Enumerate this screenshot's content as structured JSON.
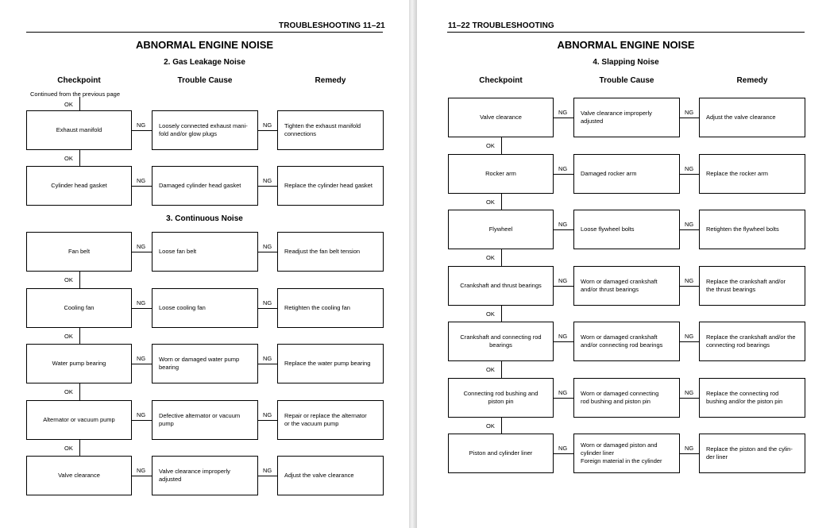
{
  "left_page": {
    "header": "TROUBLESHOOTING  11–21",
    "title": "ABNORMAL ENGINE NOISE",
    "section_a": "2.   Gas Leakage Noise",
    "section_b": "3.   Continuous Noise",
    "columns": {
      "checkpoint": "Checkpoint",
      "cause": "Trouble Cause",
      "remedy": "Remedy"
    },
    "continued": "Continued from the previous page",
    "rows": [
      {
        "checkpoint": "Exhaust manifold",
        "cause": "Loosely connected exhaust mani-\nfold and/or glow plugs",
        "remedy": "Tighten the exhaust manifold\nconnections"
      },
      {
        "checkpoint": "Cylinder head gasket",
        "cause": "Damaged cylinder head gasket",
        "remedy": "Replace the cylinder head gasket"
      },
      {
        "checkpoint": "Fan belt",
        "cause": "Loose fan belt",
        "remedy": "Readjust the fan belt tension"
      },
      {
        "checkpoint": "Cooling fan",
        "cause": "Loose cooling fan",
        "remedy": "Retighten the cooling fan"
      },
      {
        "checkpoint": "Water pump bearing",
        "cause": "Worn or damaged water pump\nbearing",
        "remedy": "Replace the water pump bearing"
      },
      {
        "checkpoint": "Alternator or vacuum pump",
        "cause": "Defective alternator or vacuum\npump",
        "remedy": "Repair or replace the alternator\nor the vacuum pump"
      },
      {
        "checkpoint": "Valve clearance",
        "cause": "Valve clearance improperly\nadjusted",
        "remedy": "Adjust the valve clearance"
      }
    ]
  },
  "right_page": {
    "header": "11–22  TROUBLESHOOTING",
    "title": "ABNORMAL ENGINE NOISE",
    "section": "4.   Slapping Noise",
    "columns": {
      "checkpoint": "Checkpoint",
      "cause": "Trouble Cause",
      "remedy": "Remedy"
    },
    "rows": [
      {
        "checkpoint": "Valve clearance",
        "cause": "Valve clearance improperly\nadjusted",
        "remedy": "Adjust the valve clearance"
      },
      {
        "checkpoint": "Rocker arm",
        "cause": "Damaged rocker arm",
        "remedy": "Replace the rocker arm"
      },
      {
        "checkpoint": "Flywheel",
        "cause": "Loose flywheel bolts",
        "remedy": "Retighten the flywheel bolts"
      },
      {
        "checkpoint": "Crankshaft and thrust bearings",
        "cause": "Worn or damaged crankshaft\nand/or thrust bearings",
        "remedy": "Replace the crankshaft and/or\nthe thrust bearings"
      },
      {
        "checkpoint": "Crankshaft and connecting rod\nbearings",
        "cause": "Worn or damaged crankshaft\nand/or connecting rod bearings",
        "remedy": "Replace the crankshaft and/or the\nconnecting rod bearings"
      },
      {
        "checkpoint": "Connecting rod bushing and\npiston pin",
        "cause": "Worn or damaged connecting\nrod bushing and piston pin",
        "remedy": "Replace the connecting rod\nbushing and/or the piston pin"
      },
      {
        "checkpoint": "Piston and cylinder liner",
        "cause": "Worn or damaged piston and\ncylinder liner\nForeign material in the cylinder",
        "remedy": "Replace the piston and the cylin-\nder liner"
      }
    ]
  },
  "labels": {
    "ng": "NG",
    "ok": "OK"
  }
}
